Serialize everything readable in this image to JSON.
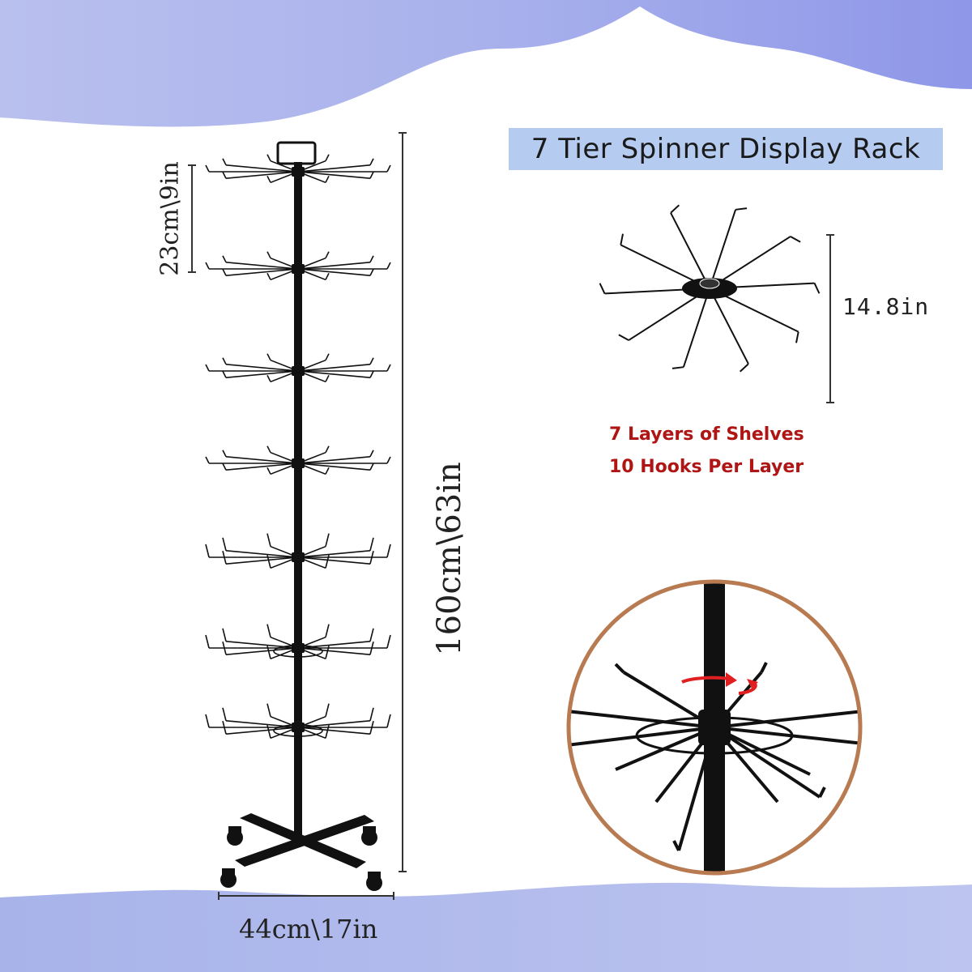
{
  "title": "7 Tier Spinner Display Rack",
  "dimensions": {
    "tier_spacing": "23cm\\9in",
    "total_height": "160cm\\63in",
    "base_width": "44cm\\17in",
    "hook_arm_length": "14.8in"
  },
  "features": {
    "layers": "7 Layers of Shelves",
    "hooks": "10 Hooks Per Layer"
  },
  "product": {
    "tier_count": 7,
    "hooks_per_tier": 10
  },
  "colors": {
    "header_band": "#9fa8ea",
    "title_box": "#b5cbf0",
    "feature_text": "#b01515",
    "rack_metal": "#111111",
    "detail_circle_border": "#b87a50",
    "rotation_arrow": "#e02020"
  }
}
